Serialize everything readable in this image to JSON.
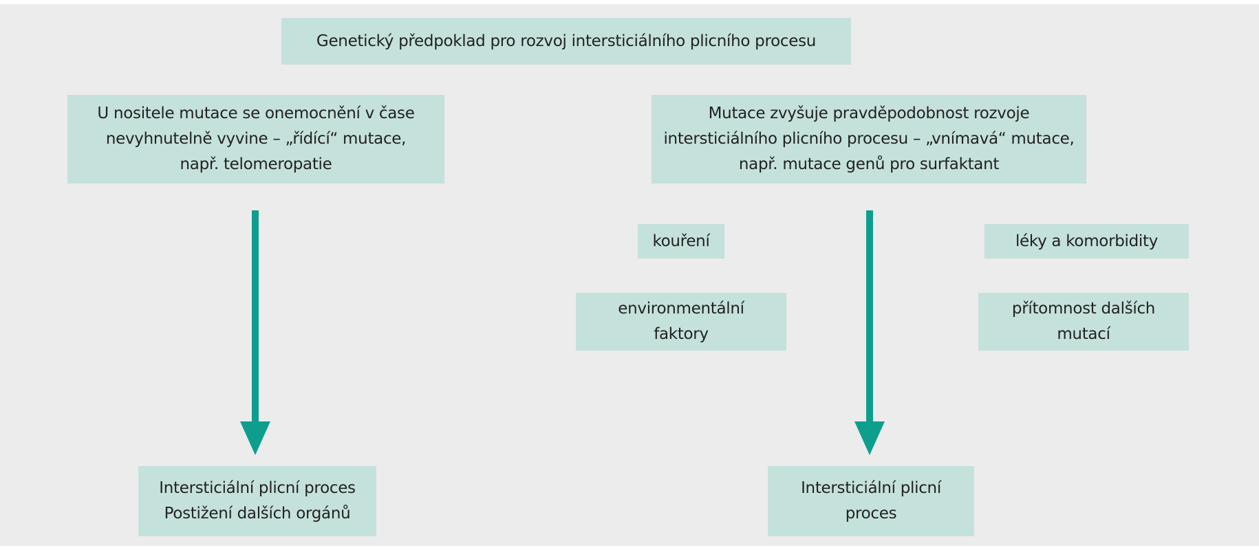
{
  "diagram": {
    "root": {
      "text": "Genetický předpoklad pro rozvoj intersticiálního plicního procesu"
    },
    "left_cause": {
      "text": "U nositele mutace se onemocnění v čase\nnevyhnutelně vyvine – „řídící“ mutace,\nnapř. telomeropatie"
    },
    "right_cause": {
      "text": "Mutace zvyšuje pravděpodobnost rozvoje\nintersticiálního plicního procesu – „vnímavá“ mutace,\nnapř. mutace genů pro surfaktant"
    },
    "factors": [
      {
        "text": "kouření"
      },
      {
        "text": "environmentální\nfaktory"
      },
      {
        "text": "léky a komorbidity"
      },
      {
        "text": "přítomnost dalších\nmutací"
      }
    ],
    "left_outcome": {
      "text": "Intersticiální plicní proces\nPostižení dalších orgánů"
    },
    "right_outcome": {
      "text": "Intersticiální plicní\nproces"
    }
  },
  "colors": {
    "background": "#ececec",
    "box_fill": "#c5e1db",
    "arrow": "#0e9e8e",
    "text": "#222222"
  }
}
